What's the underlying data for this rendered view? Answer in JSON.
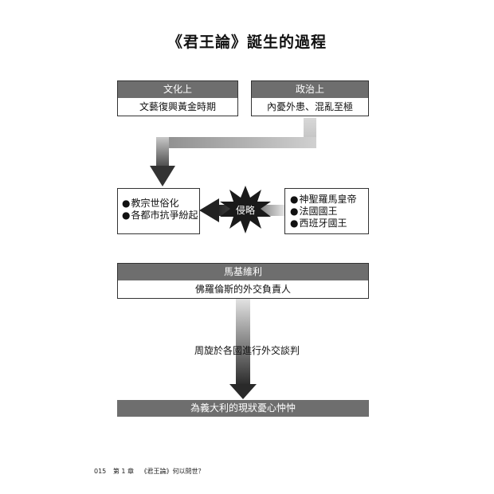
{
  "title": "《君王論》誕生的過程",
  "culture": {
    "header": "文化上",
    "body": "文藝復興黃金時期"
  },
  "politics": {
    "header": "政治上",
    "body": "內憂外患、混亂至極"
  },
  "church": {
    "items": [
      "教宗世俗化",
      "各都市抗爭紛起"
    ]
  },
  "invasion": {
    "label": "侵略"
  },
  "powers": {
    "items": [
      "神聖羅馬皇帝",
      "法國國王",
      "西班牙國王"
    ]
  },
  "machiavelli": {
    "header": "馬基維利",
    "body": "佛羅倫斯的外交負責人"
  },
  "diplomacy": {
    "label": "周旋於各國進行外交談判"
  },
  "result": {
    "label": "為義大利的現狀憂心忡忡"
  },
  "footer": {
    "page": "015",
    "chapter": "第 1 章",
    "chapter_title": "《君王論》何以問世？"
  }
}
